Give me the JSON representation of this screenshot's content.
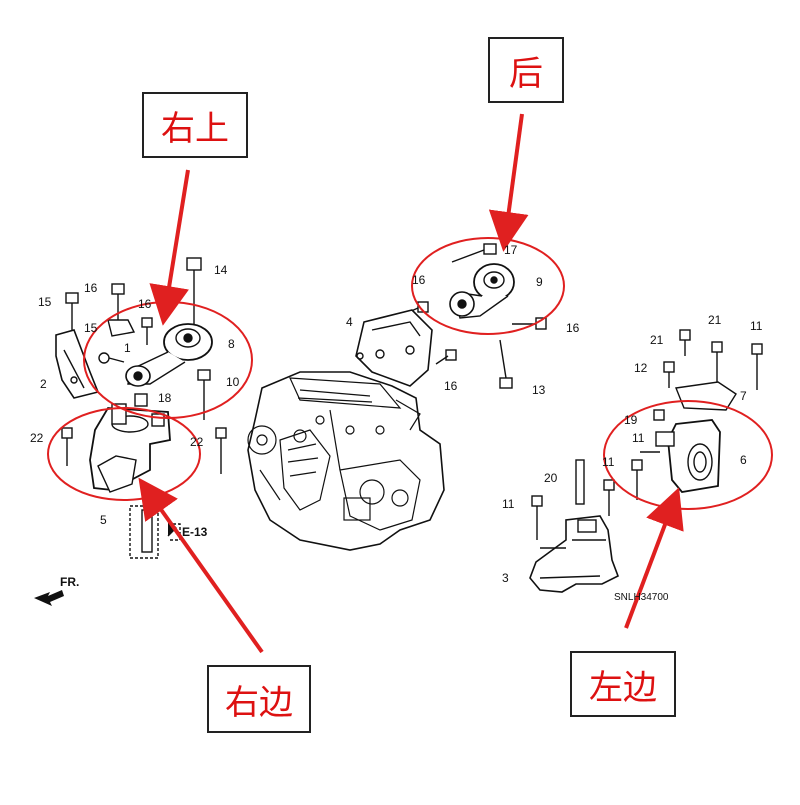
{
  "callouts": {
    "right_upper": "右上",
    "rear": "后",
    "right_side": "右边",
    "left_side": "左边"
  },
  "parts": {
    "n14": "14",
    "n16a": "16",
    "n15a": "15",
    "n16b": "16",
    "n15b": "15",
    "n1": "1",
    "n8": "8",
    "n2": "2",
    "n18": "18",
    "n10": "10",
    "n22a": "22",
    "n22b": "22",
    "n5": "5",
    "n17": "17",
    "n16c": "16",
    "n9": "9",
    "n4": "4",
    "n16d": "16",
    "n16e": "16",
    "n13": "13",
    "n21a": "21",
    "n21b": "21",
    "n11a": "11",
    "n12": "12",
    "n7": "7",
    "n19": "19",
    "n11b": "11",
    "n11c": "11",
    "n6": "6",
    "n20": "20",
    "n11d": "11",
    "n3": "3"
  },
  "refs": {
    "e13": "E-13",
    "fr": "FR.",
    "code": "SNLH34700"
  },
  "colors": {
    "callout_red": "#dd1111",
    "ellipse_red": "#e02020",
    "line": "#111111"
  }
}
